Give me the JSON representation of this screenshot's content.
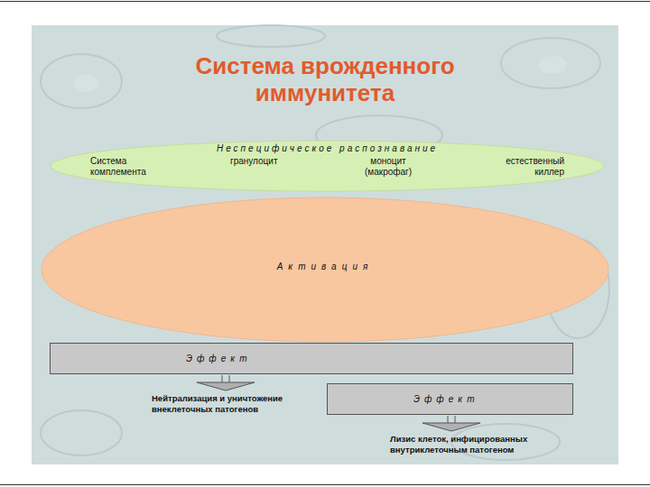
{
  "diagram": {
    "title": "Система врожденного иммунитета",
    "nodes": [
      {
        "text": [
          "Неспецифическое распознавание",
          "Система комплемента",
          "гранулоцит",
          "моноцит (макрофаг)",
          "естественный киллер"
        ]
      },
      {
        "text": [
          "Активация"
        ]
      },
      {
        "text": [
          "Эффект"
        ]
      },
      {
        "text": [
          "Эффект"
        ]
      }
    ],
    "labels": [
      "Нейтрализация и уничтожение внеклеточных патогенов",
      "Лизис клеток, инфицированных внутриклеточным патогеном"
    ]
  }
}
